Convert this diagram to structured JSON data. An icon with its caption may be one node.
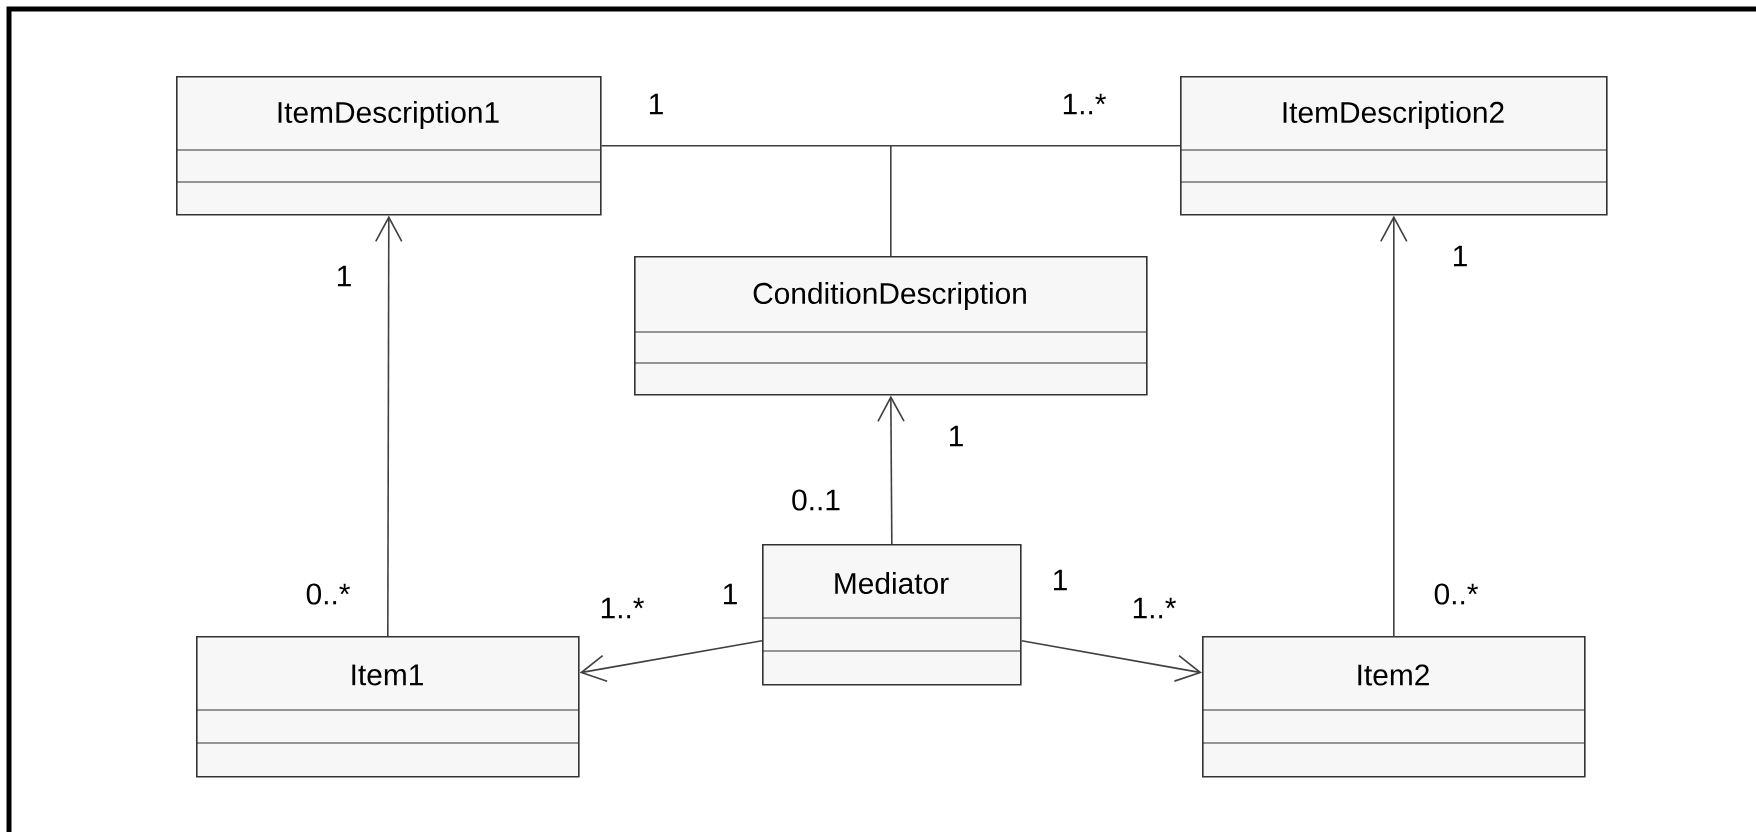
{
  "diagram": {
    "nodes": [
      {
        "text": [
          "ItemDescription1"
        ]
      },
      {
        "text": [
          "ItemDescription2"
        ]
      },
      {
        "text": [
          "ConditionDescription"
        ]
      },
      {
        "text": [
          "Mediator"
        ]
      },
      {
        "text": [
          "Item1"
        ]
      },
      {
        "text": [
          "Item2"
        ]
      }
    ],
    "edges": [
      {
        "from": 0,
        "to": 1,
        "arrow": "none"
      },
      {
        "from": 2,
        "to": null,
        "arrow": "none"
      },
      {
        "from": 4,
        "to": 0,
        "arrow": "to"
      },
      {
        "from": 5,
        "to": 1,
        "arrow": "to"
      },
      {
        "from": 3,
        "to": 2,
        "arrow": "to"
      },
      {
        "from": 3,
        "to": 4,
        "arrow": "to"
      },
      {
        "from": 3,
        "to": 5,
        "arrow": "to"
      }
    ],
    "labels": [
      "1",
      "1..*",
      "1",
      "1",
      "1",
      "0..1",
      "0..*",
      "1..*",
      "1",
      "1",
      "1..*",
      "0..*"
    ]
  }
}
